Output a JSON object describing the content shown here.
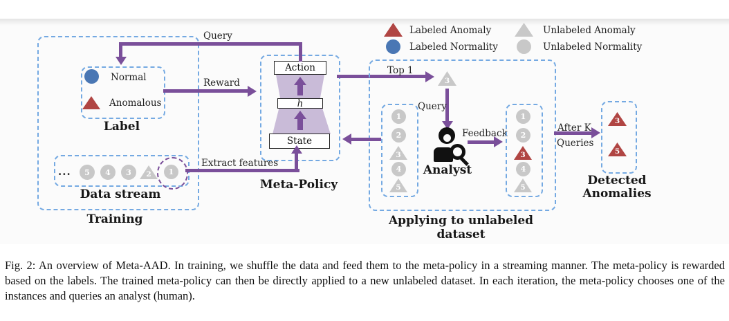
{
  "colors": {
    "arrow_purple": "#7a4f9a",
    "dashed_box_blue": "#74a9e2",
    "labeled_anomaly_red": "#b04543",
    "labeled_normality_blue": "#4a77b4",
    "unlabeled_gray": "#c8c8c8",
    "policy_trapezoid": "#c9bbd8",
    "panel_background": "#fbfbfb"
  },
  "legend": {
    "items": [
      {
        "kind": "labeled-anomaly",
        "label": "Labeled Anomaly"
      },
      {
        "kind": "labeled-normality",
        "label": "Labeled Normality"
      },
      {
        "kind": "unlabeled-anomaly",
        "label": "Unlabeled Anomaly"
      },
      {
        "kind": "unlabeled-normality",
        "label": "Unlabeled Normality"
      }
    ]
  },
  "training": {
    "title": "Training",
    "label_box": {
      "title": "Label",
      "items": [
        {
          "kind": "labeled-normality",
          "label": "Normal"
        },
        {
          "kind": "labeled-anomaly",
          "label": "Anomalous"
        }
      ]
    },
    "data_stream": {
      "title": "Data stream",
      "ellipsis": "...",
      "items": [
        {
          "kind": "unlabeled-normality",
          "label": "5"
        },
        {
          "kind": "unlabeled-normality",
          "label": "4"
        },
        {
          "kind": "unlabeled-normality",
          "label": "3"
        },
        {
          "kind": "unlabeled-anomaly",
          "label": "2"
        },
        {
          "kind": "unlabeled-normality",
          "label": "1"
        }
      ]
    }
  },
  "meta_policy": {
    "title": "Meta-Policy",
    "action": "Action",
    "hidden": "h",
    "state": "State"
  },
  "arrows": {
    "query_top": "Query",
    "reward": "Reward",
    "extract_features": "Extract features",
    "top1": "Top 1",
    "query_down": "Query",
    "feedback": "Feedback",
    "after_k_line1": "After K",
    "after_k_line2": "Queries"
  },
  "applying": {
    "title": "Applying to unlabeled dataset",
    "analyst": "Analyst",
    "query_item": {
      "kind": "unlabeled-anomaly",
      "label": "3"
    },
    "left_column": [
      {
        "kind": "unlabeled-normality",
        "label": "1"
      },
      {
        "kind": "unlabeled-normality",
        "label": "2"
      },
      {
        "kind": "unlabeled-anomaly",
        "label": "3"
      },
      {
        "kind": "unlabeled-normality",
        "label": "4"
      },
      {
        "kind": "unlabeled-anomaly",
        "label": "5"
      }
    ],
    "right_column": [
      {
        "kind": "unlabeled-normality",
        "label": "1"
      },
      {
        "kind": "unlabeled-normality",
        "label": "2"
      },
      {
        "kind": "labeled-anomaly",
        "label": "3"
      },
      {
        "kind": "unlabeled-normality",
        "label": "4"
      },
      {
        "kind": "unlabeled-anomaly",
        "label": "5"
      }
    ]
  },
  "detected": {
    "title_line1": "Detected",
    "title_line2": "Anomalies",
    "items": [
      {
        "kind": "labeled-anomaly",
        "label": "3"
      },
      {
        "kind": "labeled-anomaly",
        "label": "5"
      }
    ]
  },
  "caption": "Fig. 2: An overview of Meta-AAD. In training, we shuffle the data and feed them to the meta-policy in a streaming manner. The meta-policy is rewarded based on the labels. The trained meta-policy can then be directly applied to a new unlabeled dataset. In each iteration, the meta-policy chooses one of the instances and queries an analyst (human)."
}
